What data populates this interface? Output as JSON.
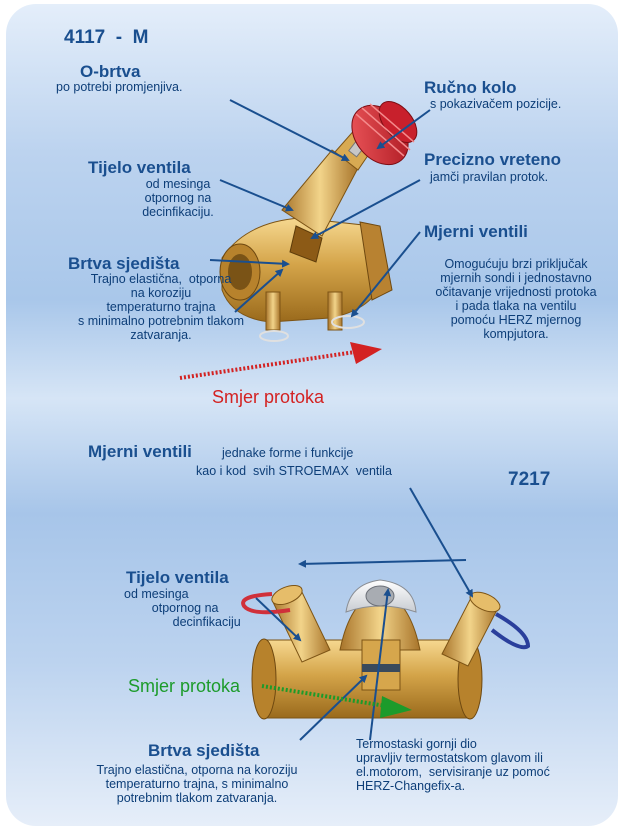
{
  "top": {
    "model": "4117  -  M",
    "o_brtva": {
      "title": "O-brtva",
      "desc": "po potrebi promjenjiva."
    },
    "rucno_kolo": {
      "title": "Ručno kolo",
      "desc": "s pokazivačem pozicije."
    },
    "tijelo_ventila": {
      "title": "Tijelo ventila",
      "desc": "od mesinga\notpornog na\ndecinfikaciju."
    },
    "precizno_vreteno": {
      "title": "Precizno vreteno",
      "desc": "jamči pravilan protok."
    },
    "mjerni_ventili": {
      "title": "Mjerni ventili",
      "desc": "Omogućuju brzi priključak\nmjernih sondi i jednostavno\nočitavanje vrijednosti protoka\ni pada tlaka na ventilu\npomoću HERZ mjernog\nkompjutora."
    },
    "brtva_sjedista": {
      "title": "Brtva sjedišta",
      "desc": "Trajno elastična,  otporna\nna koroziju\ntemperaturno trajna\ns minimalno potrebnim tlakom\nzatvaranja."
    },
    "flow_label": "Smjer protoka"
  },
  "bottom": {
    "model": "7217",
    "mjerni_ventili": {
      "title": "Mjerni ventili",
      "desc_line1": "jednake forme i funkcije",
      "desc_line2": "kao i kod  svih STROEMAX  ventila"
    },
    "tijelo_ventila": {
      "title": "Tijelo ventila",
      "desc": "od mesinga\n        otpornog na\n              decinfikaciju"
    },
    "flow_label": "Smjer protoka",
    "brtva_sjedista": {
      "title": "Brtva sjedišta",
      "desc": "Trajno elastična, otporna na koroziju\ntemperaturno trajna, s minimalno\npotrebnim tlakom zatvaranja."
    },
    "termostaski": {
      "desc": "Termostaski gornji dio\nupravljiv termostatskom glavom ili\nel.motorom,  servisiranje uz pomoć\nHERZ-Changefix-a."
    }
  },
  "colors": {
    "title": "#1a4f8f",
    "arrow": "#1a4f8f",
    "flow_red": "#d32222",
    "flow_green": "#1c9b2b",
    "brass": "#c99a3a",
    "handwheel": "#c8202c"
  }
}
